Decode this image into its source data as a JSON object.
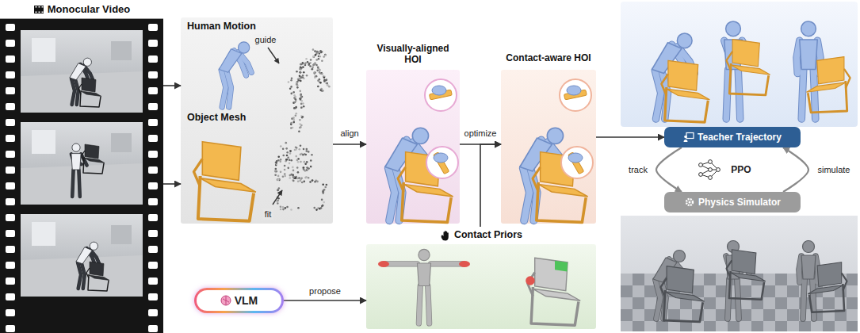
{
  "diagram": {
    "nodes": [
      {
        "text": [
          "Monocular Video"
        ]
      },
      {
        "text": [
          "Human Motion",
          "Object Mesh"
        ]
      },
      {
        "text": [
          "Visually-aligned HOI"
        ]
      },
      {
        "text": [
          "Contact-aware HOI"
        ]
      },
      {
        "text": [
          "Contact Priors"
        ]
      },
      {
        "text": [
          "VLM"
        ]
      },
      {
        "text": [
          "Teacher Trajectory"
        ]
      },
      {
        "text": [
          "Physics Simulator"
        ]
      }
    ],
    "edges": [
      {
        "from": 0,
        "to": 1,
        "arrow": "to"
      },
      {
        "from": 0,
        "to": 1,
        "arrow": "to"
      },
      {
        "from": 1,
        "to": 2,
        "label": "align",
        "arrow": "to"
      },
      {
        "from": 2,
        "to": 3,
        "label": "optimize",
        "arrow": "to"
      },
      {
        "from": 4,
        "to": 3,
        "arrow": "to"
      },
      {
        "from": 5,
        "to": 4,
        "label": "propose",
        "arrow": "to"
      },
      {
        "from": 3,
        "to": 6,
        "arrow": "to"
      },
      {
        "from": 6,
        "to": 7,
        "label": "track",
        "arrow": "to"
      },
      {
        "from": 7,
        "to": 6,
        "label": "simulate",
        "arrow": "to"
      }
    ],
    "labels": [
      "guide",
      "fit",
      "PPO"
    ]
  }
}
